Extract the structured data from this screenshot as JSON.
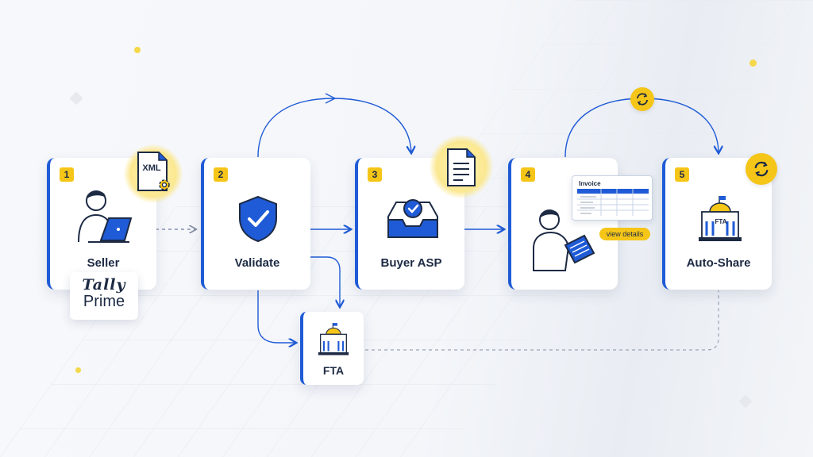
{
  "steps": [
    {
      "number": "1",
      "label": "Seller"
    },
    {
      "number": "2",
      "label": "Validate"
    },
    {
      "number": "3",
      "label": "Buyer ASP"
    },
    {
      "number": "4",
      "label": ""
    },
    {
      "number": "5",
      "label": "Auto-Share"
    }
  ],
  "fta": {
    "label": "FTA",
    "building_text": "FTA"
  },
  "tally": {
    "line1": "Tally",
    "line2": "Prime"
  },
  "xml_badge": "XML",
  "invoice": {
    "title": "Invoice",
    "button": "view details"
  },
  "colors": {
    "accent_blue": "#1f5bd6",
    "accent_yellow": "#f5c518",
    "text_dark": "#1d2a44"
  },
  "icons": [
    "xml-file-icon",
    "gear-icon",
    "seller-laptop-person-icon",
    "shield-check-icon",
    "document-icon",
    "inbox-check-icon",
    "person-tablet-icon",
    "refresh-icon",
    "government-building-icon"
  ]
}
